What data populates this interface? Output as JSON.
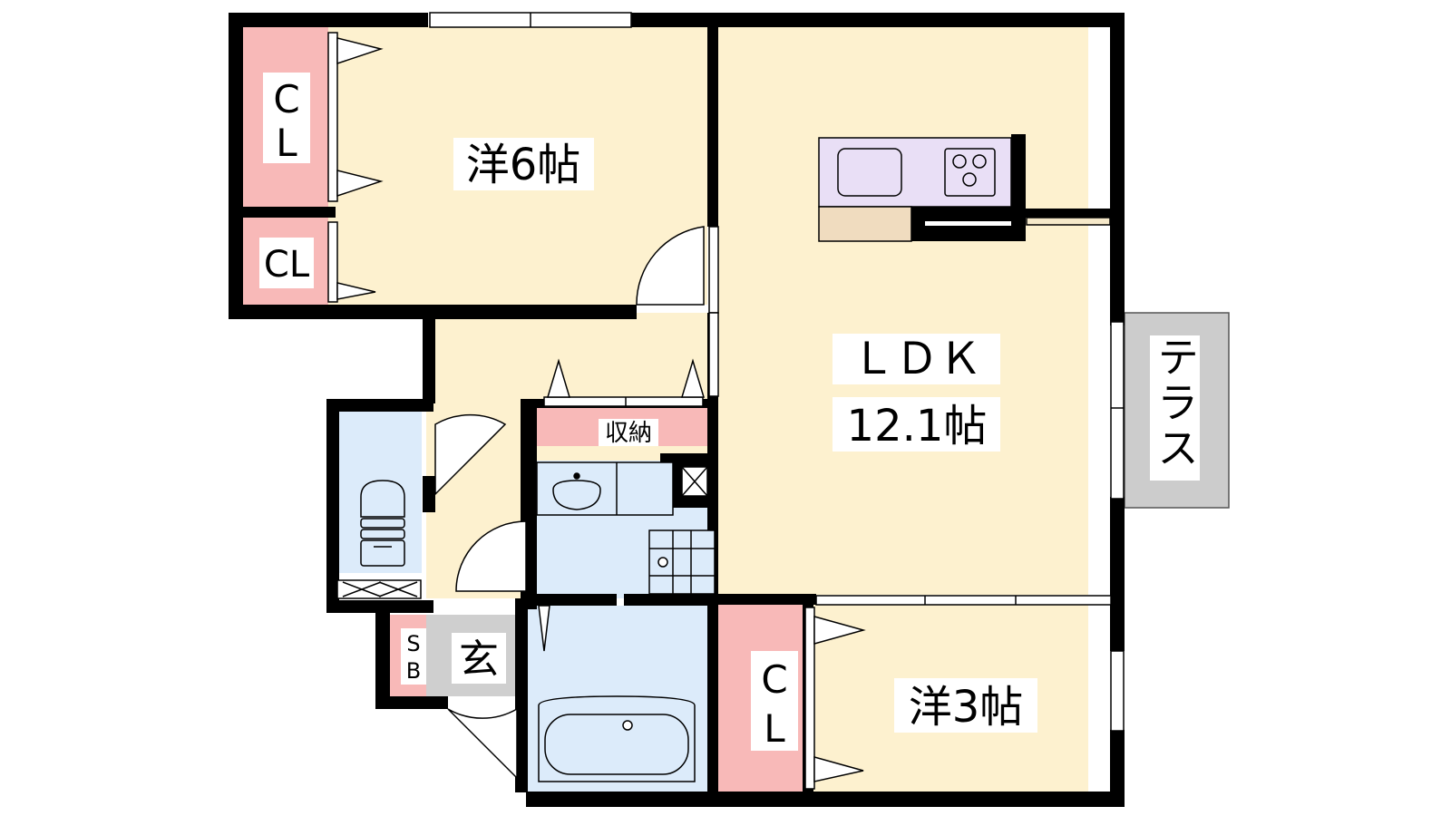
{
  "rooms": {
    "western_6": "洋6帖",
    "ldk_name": "ＬＤＫ",
    "ldk_size": "12.1帖",
    "western_3": "洋3帖",
    "terrace": "テラス",
    "storage": "収納",
    "entrance": "玄",
    "shoe_box_top": "S",
    "shoe_box_bottom": "B",
    "closet_cl": "CL",
    "closet_c": "C",
    "closet_l": "L"
  },
  "colors": {
    "wall": "#000000",
    "living": "#fdf1cf",
    "wet": "#dcebfa",
    "closet": "#f8b9b8",
    "kitchen": "#e9dff6",
    "counter": "#f0dcbf",
    "entrance": "#cfcfcf",
    "terrace": "#cccccc"
  }
}
